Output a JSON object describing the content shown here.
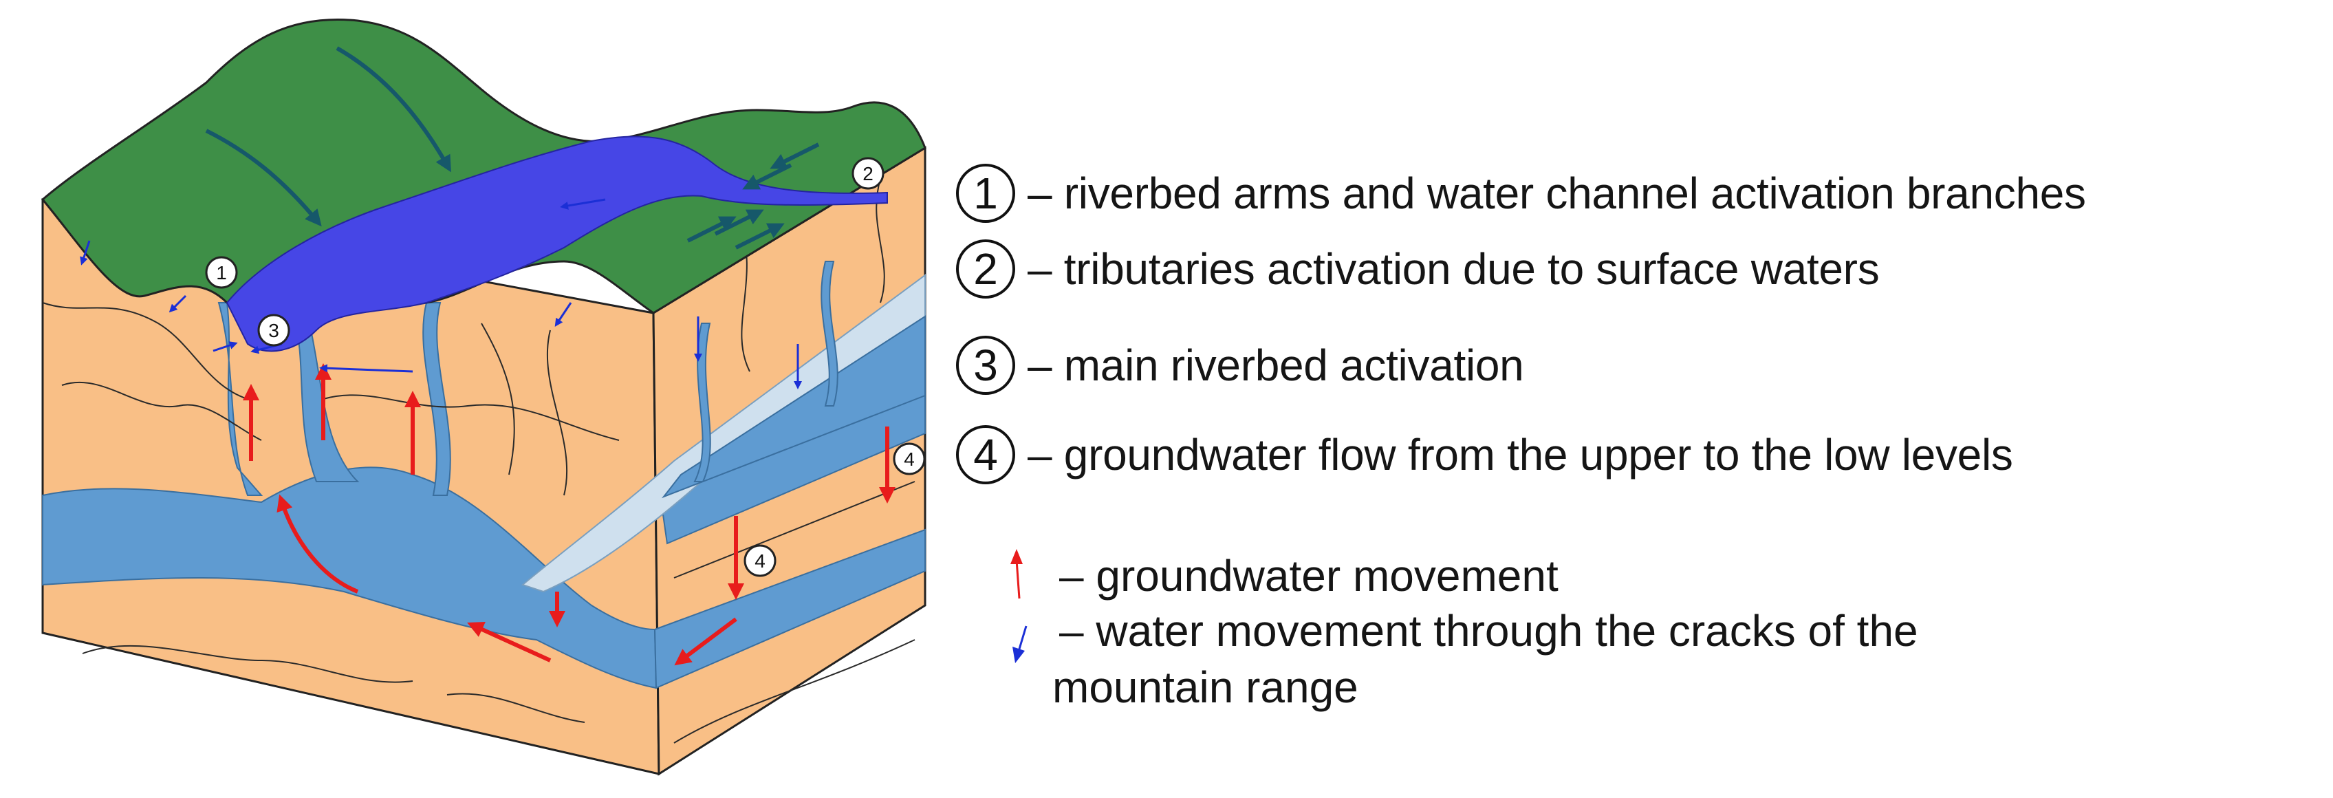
{
  "colors": {
    "surface_green": "#3e8f47",
    "river_blue": "#4646e6",
    "rock_orange": "#f9bf86",
    "groundwater_blue": "#5f9bd1",
    "pale_channel": "#cfe0ee",
    "crack_line": "#2a2a2a",
    "red_arrow": "#e81c1c",
    "teal_arrow": "#16586a",
    "blue_arrow": "#1b2fd6"
  },
  "diagram_markers": [
    "1",
    "2",
    "3",
    "4",
    "4"
  ],
  "legend": {
    "items": [
      {
        "num": "1",
        "text": "– riverbed arms and water channel activation branches"
      },
      {
        "num": "2",
        "text": "–  tributaries activation due to surface waters"
      },
      {
        "num": "3",
        "text": "– main riverbed activation"
      },
      {
        "num": "4",
        "text": "– groundwater flow from the upper to the low levels"
      }
    ],
    "arrow_items": [
      {
        "icon": "red-arrow-icon",
        "text": "–  groundwater movement"
      },
      {
        "icon": "blue-arrow-icon",
        "text": "–  water movement through the cracks of the"
      }
    ],
    "arrow_text_continuation": "mountain range"
  }
}
